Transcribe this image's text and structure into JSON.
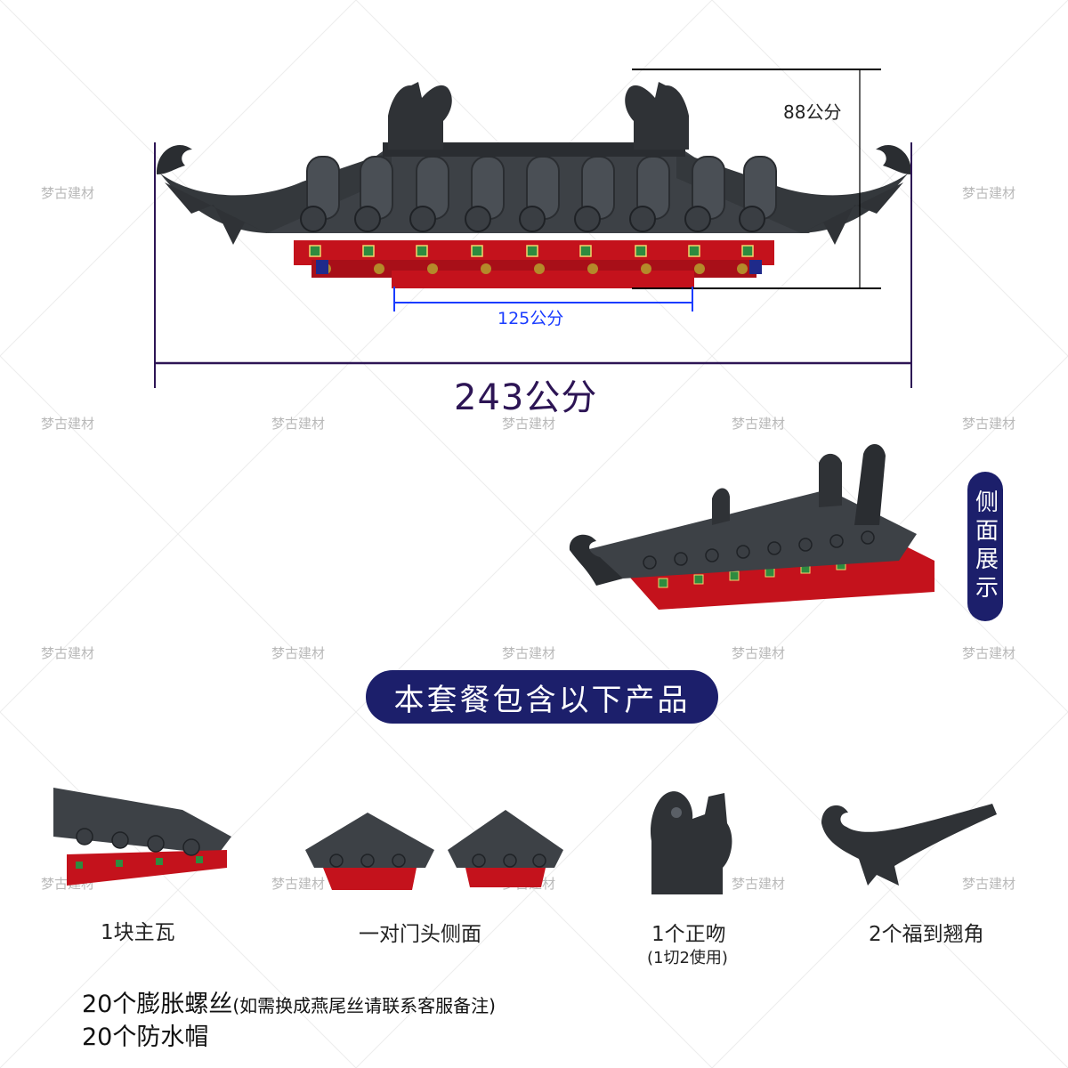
{
  "watermark": "梦古建材",
  "dimensions": {
    "height_label": "88公分",
    "inner_width_label": "125公分",
    "total_width_label": "243公分"
  },
  "side_view": {
    "label": "侧面展示"
  },
  "package": {
    "banner": "本套餐包含以下产品",
    "items": [
      {
        "label": "1块主瓦",
        "sublabel": ""
      },
      {
        "label": "一对门头侧面",
        "sublabel": ""
      },
      {
        "label": "1个正吻",
        "sublabel": "(1切2使用)"
      },
      {
        "label": "2个福到翘角",
        "sublabel": ""
      }
    ],
    "extras_line1": "20个膨胀螺丝",
    "extras_line1_note": "(如需换成燕尾丝请联系客服备注)",
    "extras_line2": "20个防水帽"
  },
  "colors": {
    "tile": "#3d4146",
    "tile_dark": "#24272b",
    "beam_red": "#c4121c",
    "accent_green": "#2e8b3f",
    "accent_blue": "#1f2a8a",
    "badge_navy": "#1c1f6b"
  }
}
